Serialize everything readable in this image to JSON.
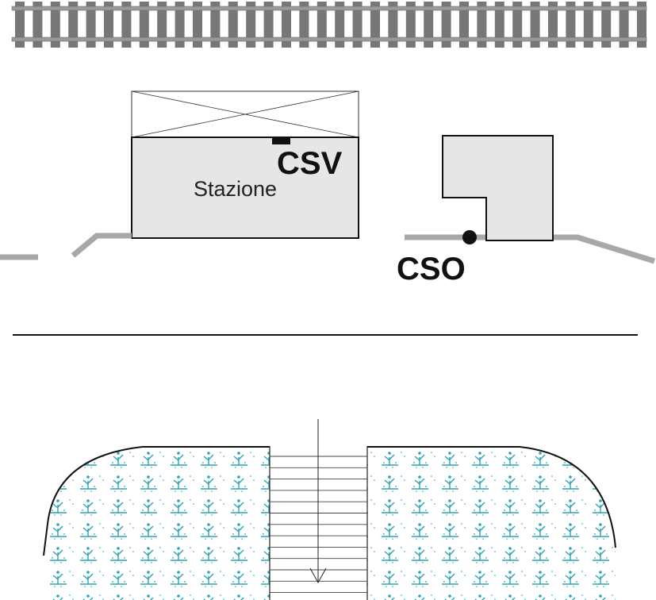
{
  "labels": {
    "csv": "CSV",
    "station": "Stazione",
    "cso": "CSO"
  },
  "colors": {
    "building_fill": "#e6e6e6",
    "rail": "#9a9a9a",
    "sleeper": "#777777",
    "walkway": "#a8a8a8",
    "grass": "#2aa3b3",
    "line": "#111111"
  }
}
